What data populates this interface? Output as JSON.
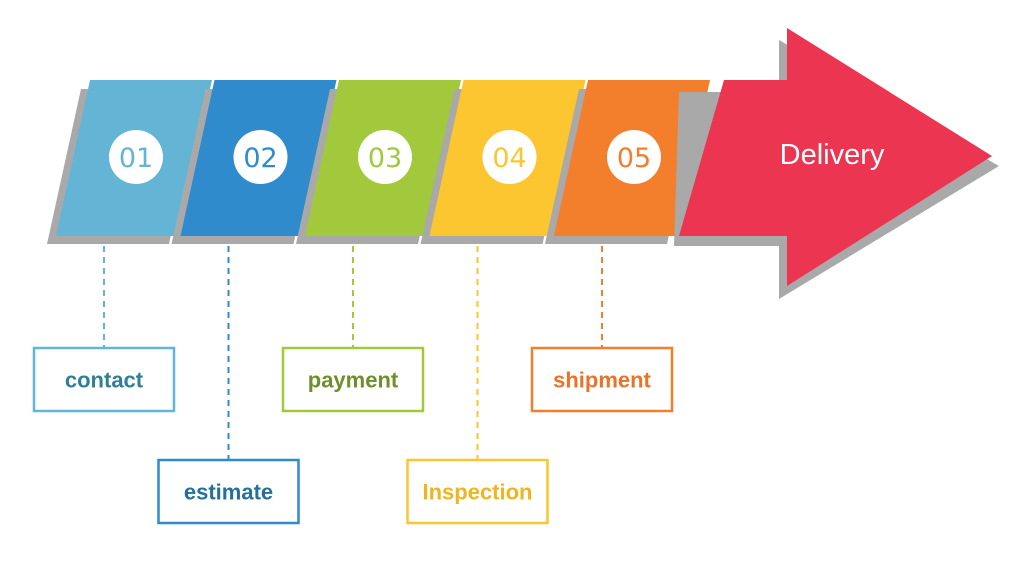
{
  "process": {
    "final_step": {
      "label": "Delivery",
      "color": "#ec3550"
    },
    "steps": [
      {
        "number": "01",
        "label": "contact",
        "color": "#63b4d5",
        "text_color": "#2f7f99",
        "label_row": "upper"
      },
      {
        "number": "02",
        "label": "estimate",
        "color": "#2f8bcb",
        "text_color": "#23709e",
        "label_row": "lower"
      },
      {
        "number": "03",
        "label": "payment",
        "color": "#a2c93c",
        "text_color": "#6e8f2a",
        "label_row": "upper"
      },
      {
        "number": "04",
        "label": "Inspection",
        "color": "#fbc62f",
        "text_color": "#f2b41c",
        "label_row": "lower"
      },
      {
        "number": "05",
        "label": "shipment",
        "color": "#f37e2b",
        "text_color": "#e8742a",
        "label_row": "upper"
      }
    ],
    "shadow_color": "#a9a9a9"
  }
}
